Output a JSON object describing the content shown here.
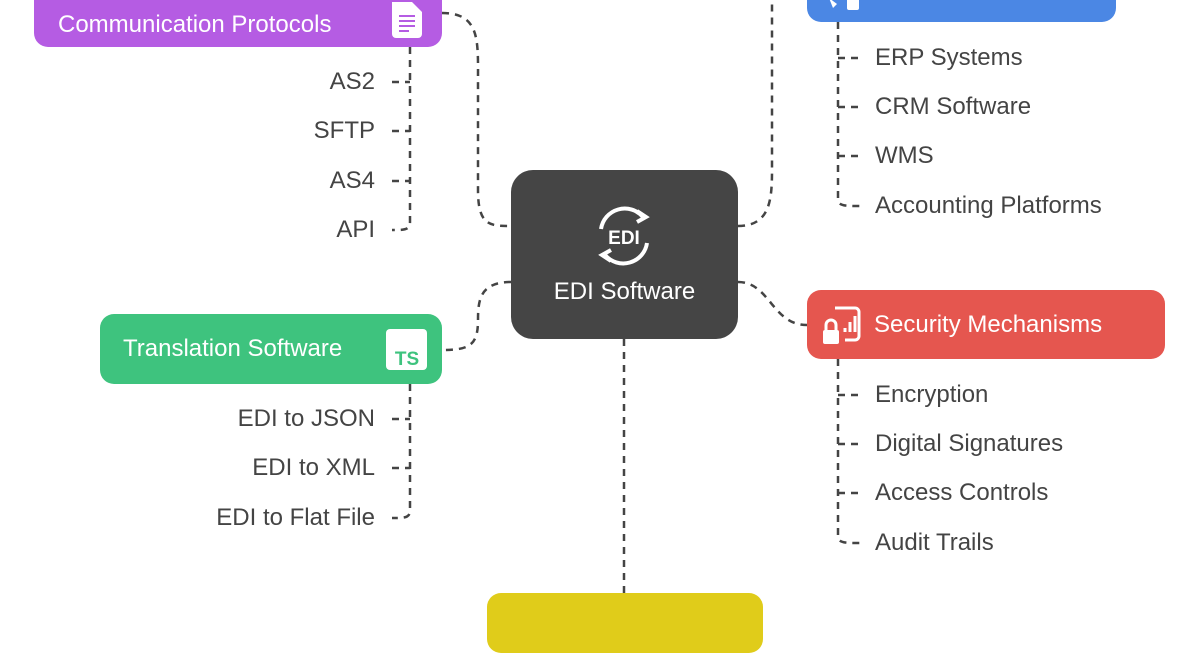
{
  "center": {
    "label": "EDI Software",
    "icon": "edi-cycle-icon"
  },
  "branches": {
    "communication": {
      "label": "Communication Protocols",
      "icon": "document-icon",
      "color": "#b55ce3",
      "items": [
        "AS2",
        "SFTP",
        "AS4",
        "API"
      ]
    },
    "integration": {
      "icon": "devices-icon",
      "color": "#4b87e4",
      "items": [
        "ERP Systems",
        "CRM Software",
        "WMS",
        "Accounting Platforms"
      ]
    },
    "security": {
      "label": "Security Mechanisms",
      "icon": "lock-chart-icon",
      "color": "#e5564f",
      "items": [
        "Encryption",
        "Digital Signatures",
        "Access Controls",
        "Audit Trails"
      ]
    },
    "translation": {
      "label": "Translation Software",
      "icon": "typescript-icon",
      "color": "#3ec37e",
      "items": [
        "EDI to JSON",
        "EDI to XML",
        "EDI to Flat File"
      ]
    },
    "bottom": {
      "color": "#e0cc1a"
    }
  }
}
